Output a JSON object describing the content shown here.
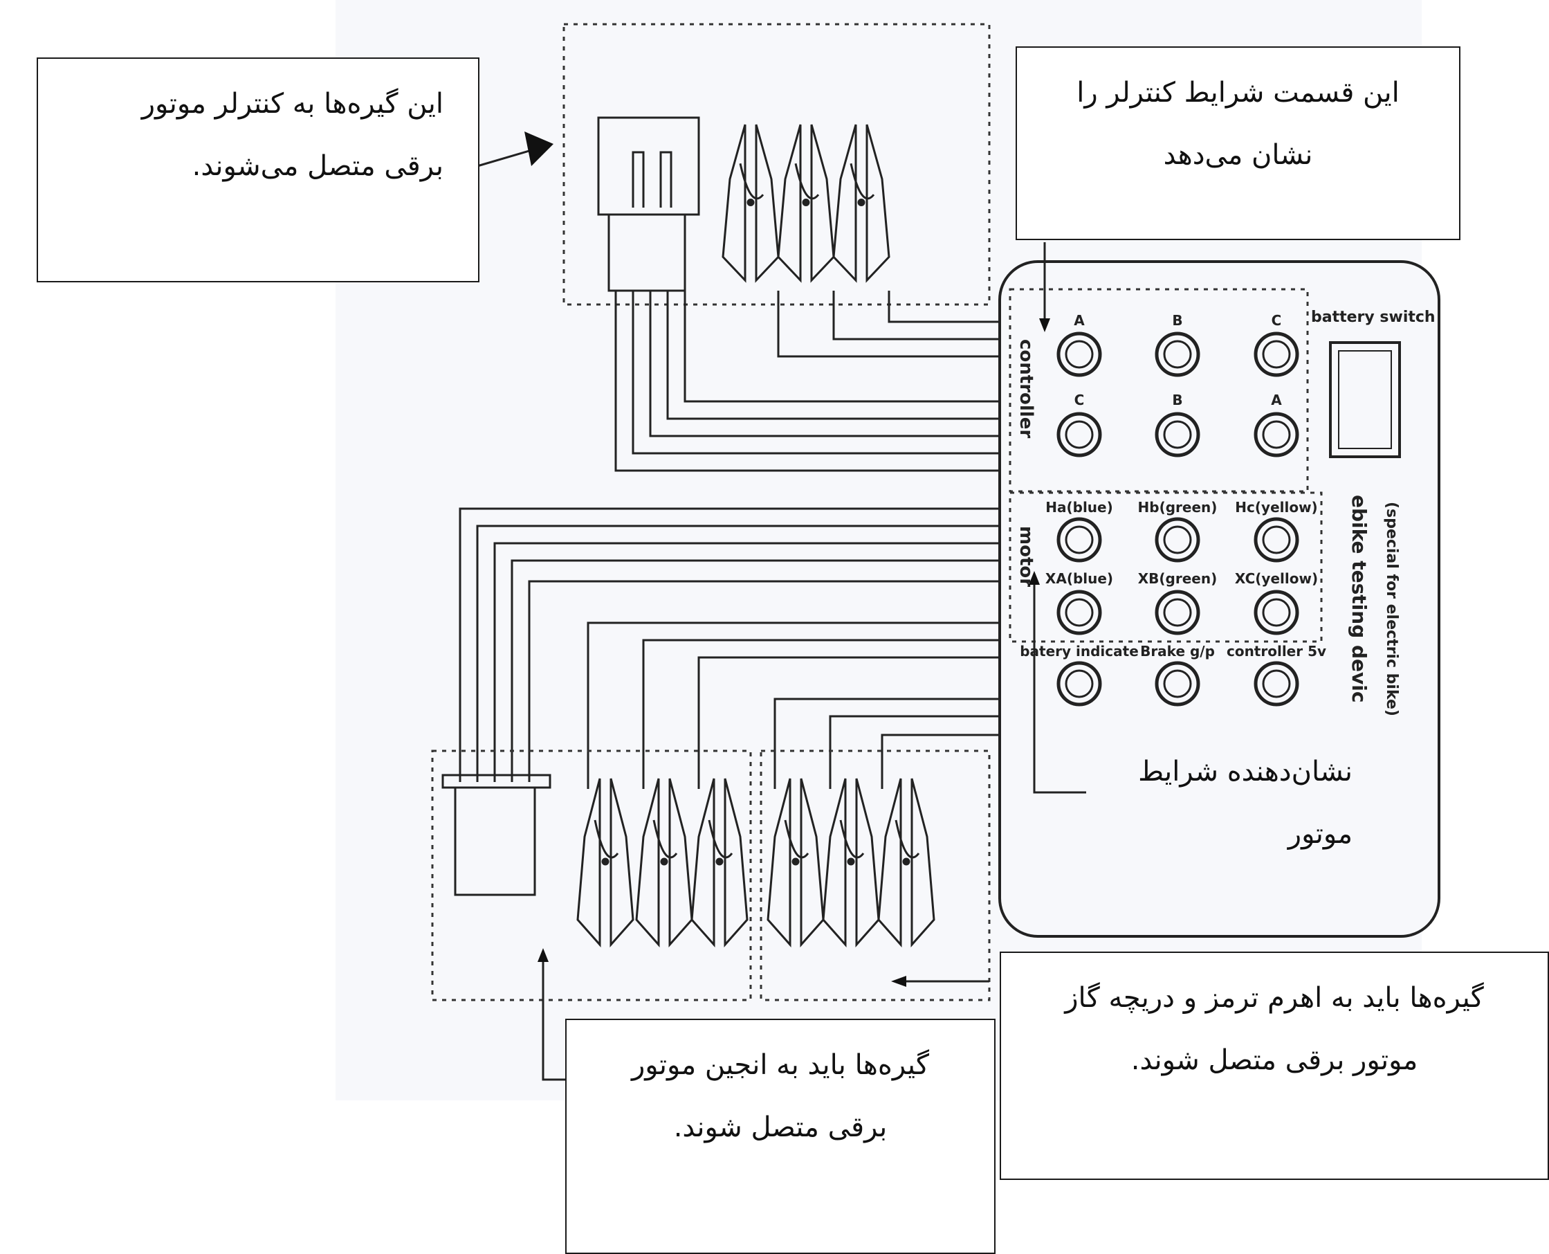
{
  "callouts": {
    "top_left": [
      "این گیره‌ها به کنترلر موتور",
      "برقی متصل می‌شوند."
    ],
    "top_right": [
      "این قسمت شرایط کنترلر را",
      "نشان می‌دهد"
    ],
    "middle_right": [
      "نشان‌دهنده شرایط",
      "موتور"
    ],
    "bottom_right": [
      "گیره‌ها باید به اهرم ترمز و دریچه گاز",
      "موتور برقی متصل شوند."
    ],
    "bottom_center": [
      "گیره‌ها باید به انجین موتور",
      "برقی متصل شوند."
    ]
  },
  "device": {
    "controller_label": "controller",
    "motor_label": "motor",
    "battery_switch_label": "battery switch",
    "side_label_1": "ebike testing devic",
    "side_label_2": "(special for electric bike)",
    "controller_row1": [
      "A",
      "B",
      "C"
    ],
    "controller_row2": [
      "C",
      "B",
      "A"
    ],
    "motor_row1": [
      "Ha(blue)",
      "Hb(green)",
      "Hc(yellow)"
    ],
    "motor_row2": [
      "XA(blue)",
      "XB(green)",
      "XC(yellow)"
    ],
    "bottom_row": [
      "batery indicate",
      "Brake g/p",
      "controller 5v"
    ]
  },
  "colors": {
    "line": "#222222",
    "background": "#ffffff"
  }
}
